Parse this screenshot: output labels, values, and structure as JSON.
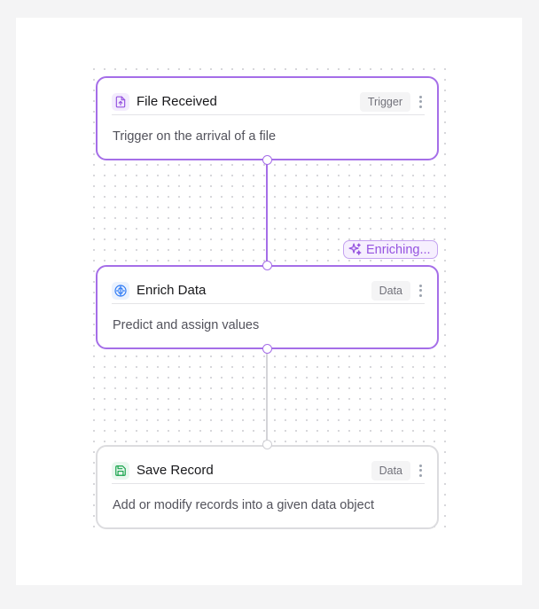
{
  "workflow": {
    "nodes": [
      {
        "title": "File Received",
        "badge": "Trigger",
        "description": "Trigger on the arrival of a file",
        "icon": "file-upload-icon",
        "state": "active"
      },
      {
        "title": "Enrich Data",
        "badge": "Data",
        "description": "Predict and assign values",
        "icon": "brain-icon",
        "state": "active"
      },
      {
        "title": "Save Record",
        "badge": "Data",
        "description": "Add or modify records into a given data object",
        "icon": "save-icon",
        "state": "idle"
      }
    ],
    "status_chip": {
      "label": "Enriching...",
      "icon": "sparkles-icon"
    }
  },
  "colors": {
    "accent": "#a56ee8",
    "idle_border": "#dcdcdf",
    "file_icon": "#9553e0",
    "brain_icon": "#2f7bf5",
    "save_icon": "#16a34a"
  }
}
